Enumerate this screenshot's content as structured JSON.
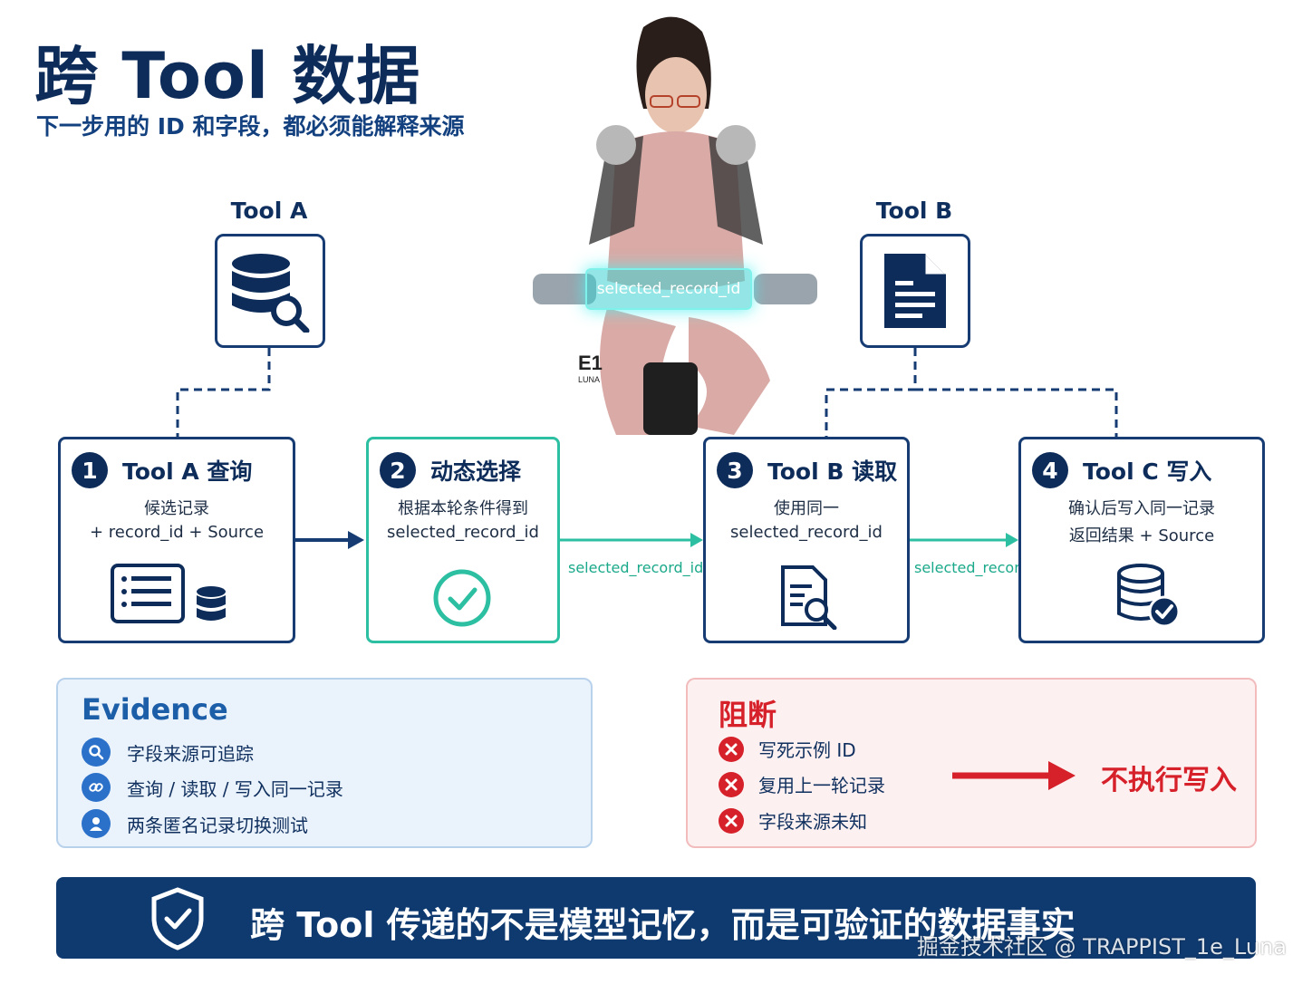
{
  "header": {
    "title": "跨 Tool 数据",
    "subtitle": "下一步用的 ID 和字段，都必须能解释来源"
  },
  "tools": {
    "a_label": "Tool A",
    "b_label": "Tool B"
  },
  "beam": {
    "label": "selected_record_id",
    "figure_text": "E1",
    "figure_subtext": "LUNA"
  },
  "steps": [
    {
      "num": "1",
      "title": "Tool A 查询",
      "line1": "候选记录",
      "line2": "+ record_id + Source"
    },
    {
      "num": "2",
      "title": "动态选择",
      "line1": "根据本轮条件得到",
      "line2": "selected_record_id"
    },
    {
      "num": "3",
      "title": "Tool B 读取",
      "line1": "使用同一",
      "line2": "selected_record_id"
    },
    {
      "num": "4",
      "title": "Tool C 写入",
      "line1": "确认后写入同一记录",
      "line2": "返回结果 + Source"
    }
  ],
  "flow": {
    "label_2_3": "selected_record_id",
    "label_3_4": "selected_record_id"
  },
  "evidence": {
    "title": "Evidence",
    "items": [
      "字段来源可追踪",
      "查询 / 读取 / 写入同一记录",
      "两条匿名记录切换测试"
    ]
  },
  "block": {
    "title": "阻断",
    "items": [
      "写死示例 ID",
      "复用上一轮记录",
      "字段来源未知"
    ],
    "result": "不执行写入"
  },
  "banner": {
    "text": "跨 Tool 传递的不是模型记忆，而是可验证的数据事实"
  },
  "watermark": "掘金技术社区 @ TRAPPIST_1e_Luna",
  "colors": {
    "navy": "#0d2c5a",
    "teal": "#2dbfa2",
    "red": "#d6202a",
    "blue": "#2b71c9"
  }
}
